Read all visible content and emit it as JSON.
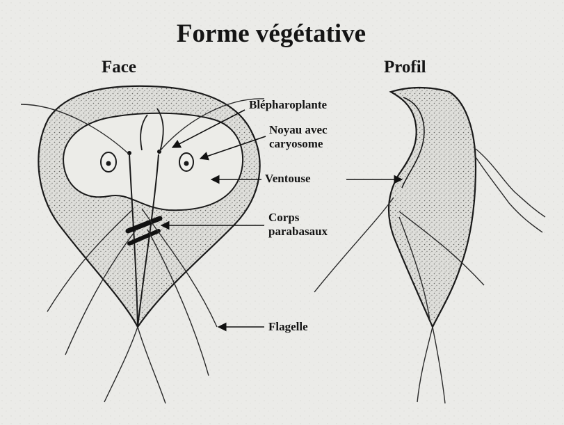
{
  "title": "Forme végétative",
  "views": {
    "face": "Face",
    "profil": "Profil"
  },
  "labels": {
    "blepharoplante": "Blépharoplante",
    "noyau_line1": "Noyau avec",
    "noyau_line2": "caryosome",
    "ventouse": "Ventouse",
    "corps_line1": "Corps",
    "corps_line2": "parabasaux",
    "flagelle": "Flagelle"
  }
}
